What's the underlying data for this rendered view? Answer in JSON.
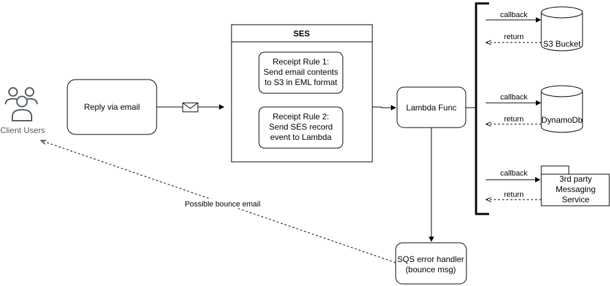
{
  "actors": {
    "client_users": {
      "label": "Client Users",
      "icon": "users-icon",
      "color": "#555d66"
    }
  },
  "nodes": {
    "reply_via_email": {
      "label": "Reply via email"
    },
    "ses": {
      "title": "SES",
      "rule1": {
        "line1": "Receipt Rule 1:",
        "line2": "Send email contents",
        "line3": "to S3 in EML format"
      },
      "rule2": {
        "line1": "Receipt Rule 2:",
        "line2": "Send SES record",
        "line3": "event to Lambda"
      }
    },
    "lambda": {
      "label": "Lambda Func"
    },
    "sqs": {
      "line1": "SQS error handler",
      "line2": "(bounce msg)"
    },
    "s3": {
      "label": "S3 Bucket",
      "icon": "cylinder-icon"
    },
    "dynamodb": {
      "label": "DynamoDb",
      "icon": "cylinder-icon"
    },
    "third_party": {
      "line1": "3rd party",
      "line2": "Messaging",
      "line3": "Service",
      "icon": "folder-icon"
    }
  },
  "edges": {
    "email_icon": "envelope-icon",
    "s3_callback": "callback",
    "s3_return": "return",
    "dynamo_callback": "callback",
    "dynamo_return": "return",
    "third_callback": "callback",
    "third_return": "return",
    "bounce": "Possible bounce email"
  },
  "colors": {
    "line": "#000000",
    "actor": "#555d66",
    "background": "#ffffff"
  }
}
